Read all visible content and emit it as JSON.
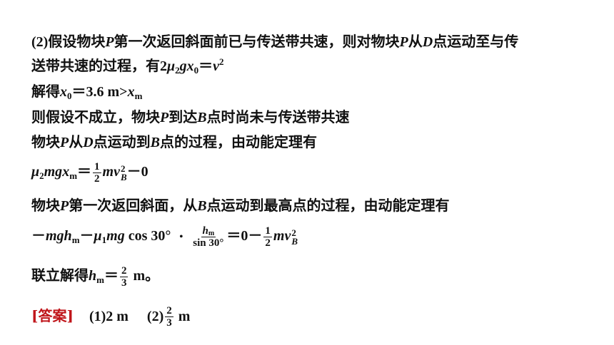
{
  "line1": {
    "part_no": "(2)",
    "t1": "假设物块",
    "P": "P",
    "t2": "第一次返回斜面前已与传送带共速，则对物块",
    "P2": "P",
    "t3": "从",
    "D": "D",
    "t4": "点运动至与传"
  },
  "line2": {
    "t1": "送带共速的过程，有",
    "coef": "2",
    "mu": "μ",
    "mu_sub": "2",
    "g": "g",
    "x": "x",
    "x_sub": "0",
    "eq": "＝",
    "v": "v",
    "v_sup": "2"
  },
  "line3": {
    "t1": "解得",
    "x": "x",
    "x_sub": "0",
    "val": "＝3.6 m>",
    "x2": "x",
    "x2_sub": "m"
  },
  "line4": {
    "t1": "则假设不成立，物块",
    "P": "P",
    "t2": "到达",
    "B": "B",
    "t3": "点时尚未与传送带共速"
  },
  "line5": {
    "t1": "物块",
    "P": "P",
    "t2": "从",
    "D": "D",
    "t3": "点运动到",
    "B": "B",
    "t4": "点的过程，由动能定理有"
  },
  "line6": {
    "mu": "μ",
    "mu_sub": "2",
    "mg": "mg",
    "x": "x",
    "x_sub": "m",
    "eq": "＝",
    "frac_num": "1",
    "frac_den": "2",
    "mv": "mv",
    "v_sup": "2",
    "v_sub": "B",
    "tail": "－0"
  },
  "line7": {
    "t1": "物块",
    "P": "P",
    "t2": "第一次返回斜面，从",
    "B": "B",
    "t3": "点运动到最高点的过程，由动能定理有"
  },
  "line8": {
    "minus": "－",
    "mgh": "mgh",
    "h_sub": "m",
    "minus2": "－",
    "mu": "μ",
    "mu_sub": "1",
    "mg": "mg",
    "cos": " cos 30°",
    "dot": "•",
    "frac_num_h": "h",
    "frac_num_sub": "m",
    "frac_den": "sin 30°",
    "eq": "＝0－",
    "frac2_num": "1",
    "frac2_den": "2",
    "mv": "mv",
    "v_sup": "2",
    "v_sub": "B"
  },
  "line9": {
    "t1": "联立解得",
    "h": "h",
    "h_sub": "m",
    "eq": "＝",
    "frac_num": "2",
    "frac_den": "3",
    "unit": " m。"
  },
  "answer": {
    "tag": "[答案]",
    "part1": "(1)2 m",
    "part2": "(2)",
    "frac_num": "2",
    "frac_den": "3",
    "unit": " m"
  }
}
